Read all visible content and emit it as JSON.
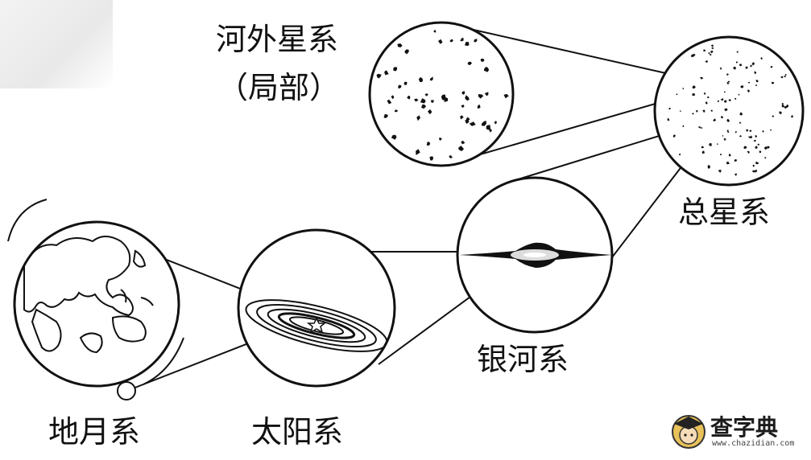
{
  "labels": {
    "extragalactic": "河外星系",
    "partial": "（局部）",
    "universe": "总星系",
    "milky_way": "银河系",
    "earth_moon": "地月系",
    "solar_system": "太阳系"
  },
  "watermark": {
    "brand": "查字典",
    "url": "www.chazidian.com"
  }
}
